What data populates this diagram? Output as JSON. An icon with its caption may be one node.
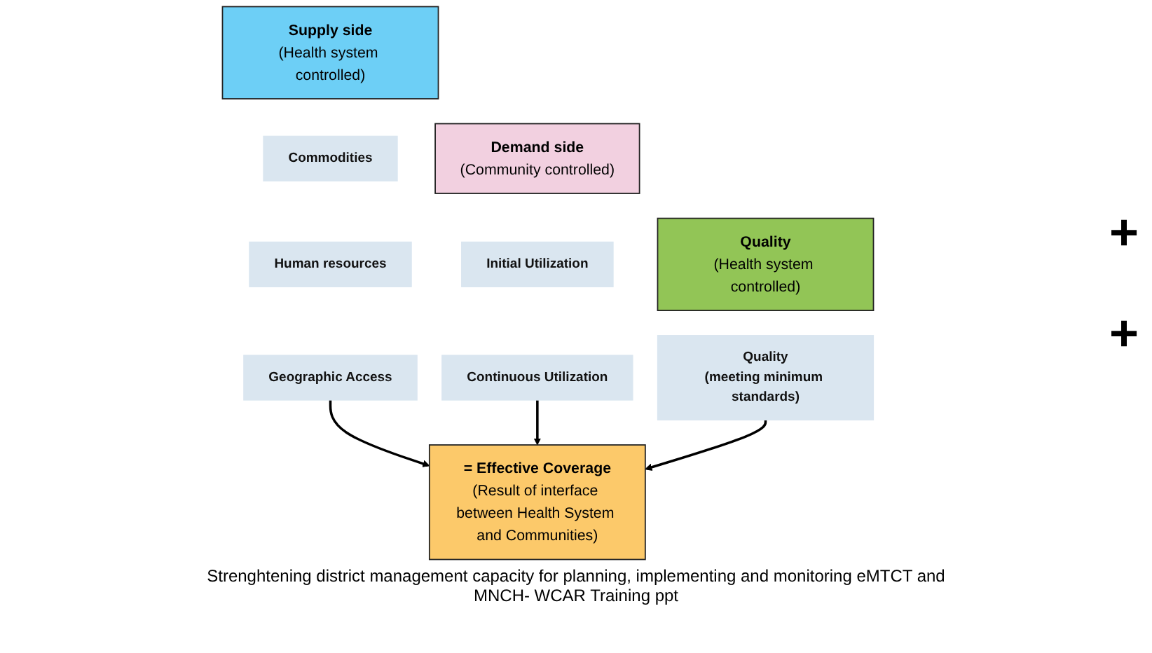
{
  "diagram": {
    "caption": "Strenghtening district management capacity for planning, implementing and monitoring eMTCT and MNCH- WCAR Training ppt",
    "nodes": [
      {
        "text": [
          "Supply side",
          "(Health system controlled)"
        ]
      },
      {
        "text": [
          "Demand side",
          "(Community controlled)"
        ]
      },
      {
        "text": [
          "Quality",
          "(Health system controlled)"
        ]
      },
      {
        "text": [
          "Commodities"
        ]
      },
      {
        "text": [
          "Human resources"
        ]
      },
      {
        "text": [
          "Geographic Access"
        ]
      },
      {
        "text": [
          "Initial Utilization"
        ]
      },
      {
        "text": [
          "Continuous Utilization"
        ]
      },
      {
        "text": [
          "Quality",
          "(meeting minimum standards)"
        ]
      },
      {
        "text": [
          "= Effective Coverage",
          "(Result of interface between Health System and Communities)"
        ]
      }
    ],
    "edges": [
      {
        "from": 5,
        "to": 9,
        "arrow": "to"
      },
      {
        "from": 7,
        "to": 9,
        "arrow": "to"
      },
      {
        "from": 8,
        "to": 9,
        "arrow": "to"
      }
    ],
    "labels": [
      "+",
      "+"
    ]
  }
}
